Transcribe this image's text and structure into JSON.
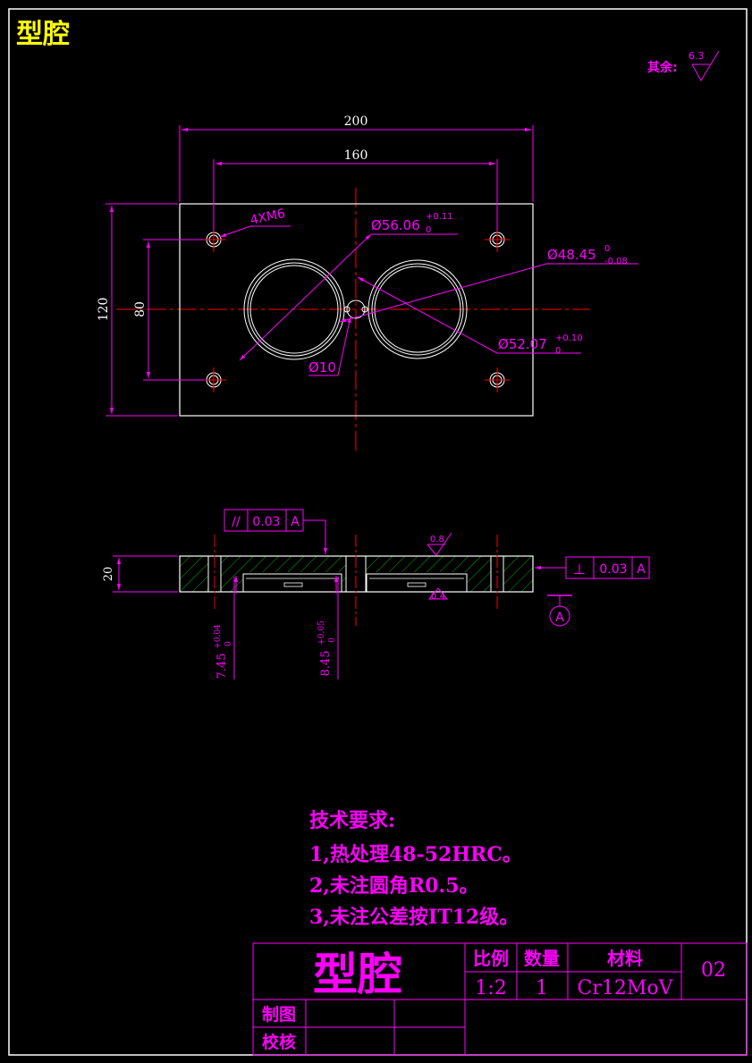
{
  "corner_title": "型腔",
  "roughness": {
    "label": "其余:",
    "value": "6.3"
  },
  "plan_view": {
    "dim_overall_width": "200",
    "dim_hole_spacing_x": "160",
    "dim_overall_height": "120",
    "dim_hole_spacing_y": "80",
    "thread_note": "4XM6",
    "dia_outer_left": "Ø56.06",
    "dia_outer_left_tol_upper": "+0.11",
    "dia_outer_left_tol_lower": "0",
    "dia_inner": "Ø48.45",
    "dia_inner_tol_upper": "0",
    "dia_inner_tol_lower": "-0.08",
    "dia_outer_right": "Ø52.07",
    "dia_outer_right_tol_upper": "+0.10",
    "dia_outer_right_tol_lower": "0",
    "dia_center": "Ø10"
  },
  "section_view": {
    "parallelism_symbol": "//",
    "parallelism_value": "0.03",
    "parallelism_datum": "A",
    "perpendicularity_symbol": "⊥",
    "perpendicularity_value": "0.03",
    "perpendicularity_datum": "A",
    "dim_thickness": "20",
    "roughness_top": "0.8",
    "roughness_bottom": "0.4",
    "datum_label": "A",
    "depth_left": "7.45",
    "depth_left_tol_upper": "+0.04",
    "depth_left_tol_lower": "0",
    "depth_right": "8.45",
    "depth_right_tol_upper": "+0.05",
    "depth_right_tol_lower": "0"
  },
  "tech_requirements": {
    "heading": "技术要求:",
    "items": [
      "1,热处理48-52HRC。",
      "2,未注圆角R0.5。",
      "3,未注公差按IT12级。"
    ]
  },
  "title_block": {
    "part_name": "型腔",
    "scale_label": "比例",
    "scale_value": "1:2",
    "quantity_label": "数量",
    "quantity_value": "1",
    "material_label": "材料",
    "material_value": "Cr12MoV",
    "drawing_number": "02",
    "drawn_by_label": "制图",
    "checked_by_label": "校核"
  },
  "colors": {
    "background": "#000000",
    "outline": "#ffffff",
    "dimension": "#ff00ff",
    "centerline": "#ff0000",
    "hatch": "#00c000",
    "title_corner": "#ffff00"
  }
}
